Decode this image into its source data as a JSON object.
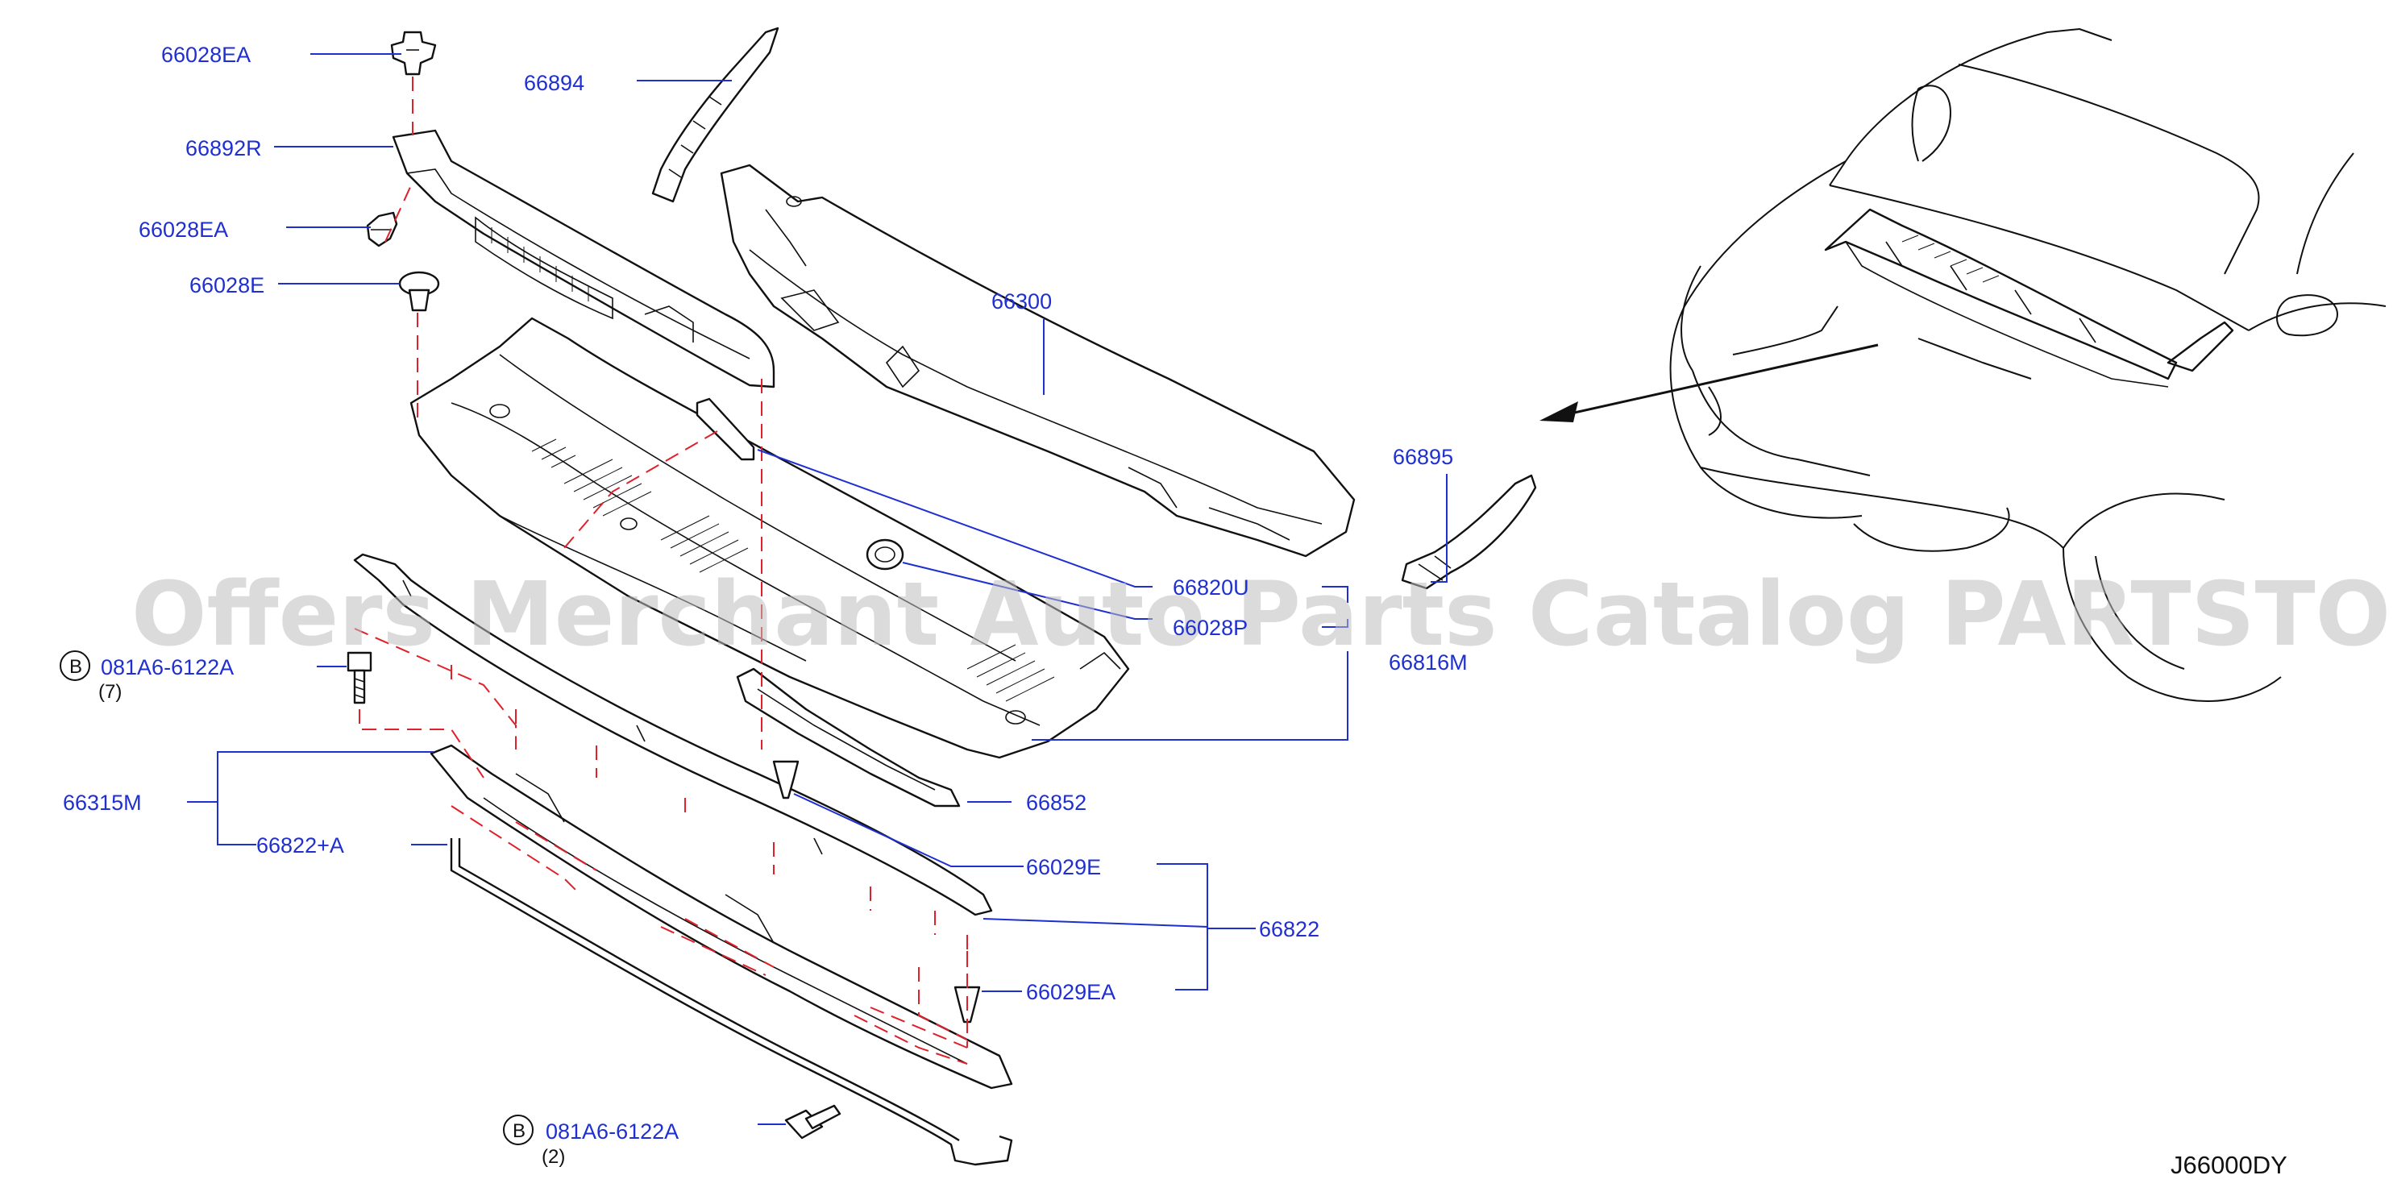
{
  "labels": {
    "l66028ea_top": "66028EA",
    "l66894": "66894",
    "l66892r": "66892R",
    "l66028ea_mid": "66028EA",
    "l66028e": "66028E",
    "l66300": "66300",
    "l66895": "66895",
    "l66820u": "66820U",
    "l66028": "66028P",
    "l66816m": "66816M",
    "l081a6_top": "081A6-6122A",
    "qty_top": "(7)",
    "l66315m": "66315M",
    "l66852": "66852",
    "l66822a": "66822+A",
    "l66029e": "66029E",
    "l66822": "66822",
    "l66029ea": "66029EA",
    "l081a6_bot": "081A6-6122A",
    "qty_bot": "(2)",
    "b_top": "B",
    "b_bot": "B"
  },
  "watermark": "Offers Merchant Auto Parts Catalog PARTSTORE.SA",
  "diagram_code": "J66000DY",
  "colors": {
    "label": "#1f2fd1",
    "dash": "#e0202a",
    "line": "#111111",
    "watermark": "#bdbdbd"
  }
}
